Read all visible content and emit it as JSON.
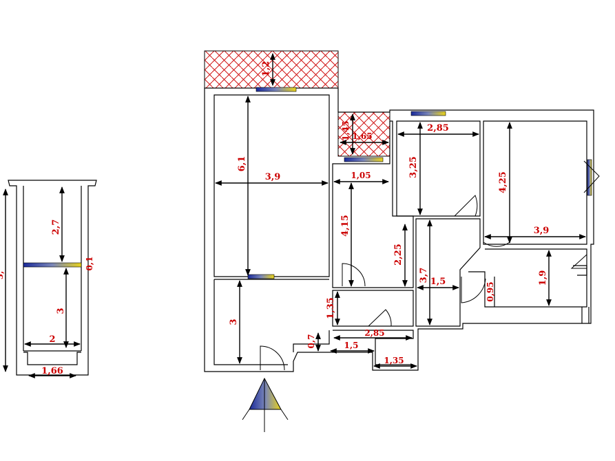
{
  "colors": {
    "dimension_text": "#cc0000",
    "walls": "#000000",
    "balcony_hatch": "#d01010",
    "window_blue": "#1a2a9a",
    "window_yellow": "#e8d21a"
  },
  "icons": {
    "north_arrow": "north-arrow-icon"
  },
  "left_plan": {
    "dim_2_7": "2,7",
    "dim_3": "3",
    "dim_2": "2",
    "dim_0_1": "0,1",
    "dim_1_66": "1,66",
    "dim_edge_partial": "5,"
  },
  "main_plan": {
    "dim_balcony_1_2": "1,2",
    "dim_room_6_1": "6,1",
    "dim_room_3_9": "3,9",
    "dim_balcony_1_45": "1,45",
    "dim_balcony_1_65": "1,65",
    "dim_1_05": "1,05",
    "dim_4_15": "4,15",
    "dim_2_25": "2,25",
    "dim_3_25": "3,25",
    "dim_2_85_top": "2,85",
    "dim_4_25": "4,25",
    "dim_3_9_right": "3,9",
    "dim_3_7": "3,7",
    "dim_1_5_mid": "1,5",
    "dim_0_95": "0,95",
    "dim_1_9": "1,9",
    "dim_3_bottom": "3",
    "dim_1_35_left": "1,35",
    "dim_2_85_bottom": "2,85",
    "dim_1_5_bottom": "1,5",
    "dim_0_7": "0,7",
    "dim_1_35_bottom": "1,35"
  }
}
